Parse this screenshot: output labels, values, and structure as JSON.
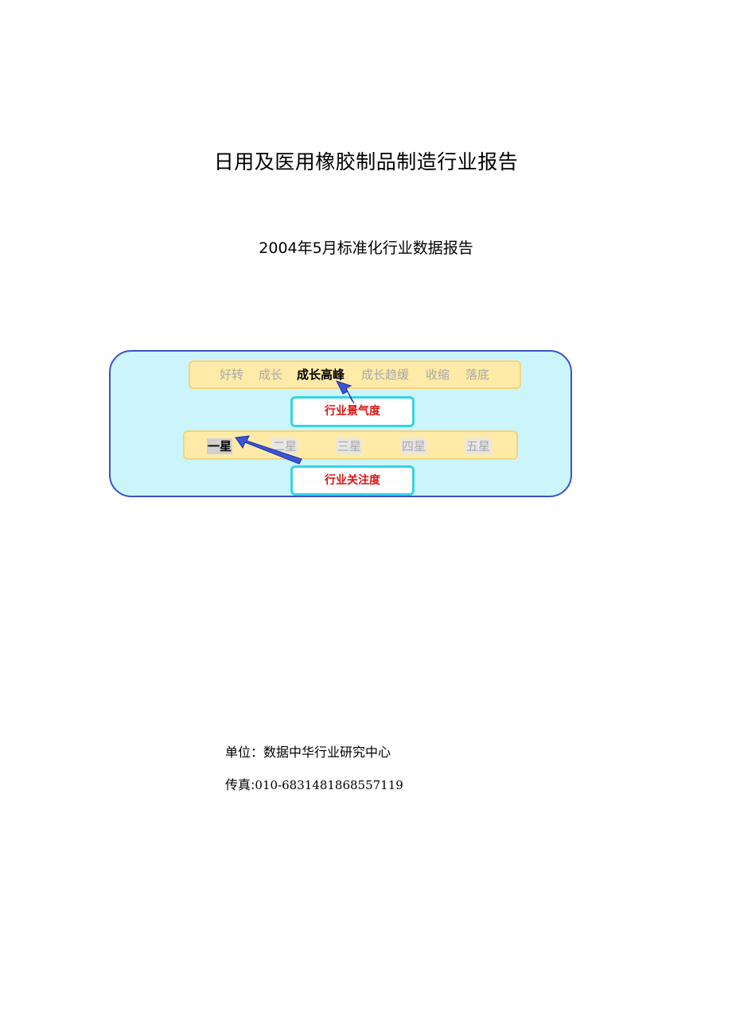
{
  "title": "日用及医用橡胶制品制造行业报告",
  "subtitle": "2004年5月标准化行业数据报告",
  "diagram": {
    "prosperity_options": [
      "好转",
      "成长",
      "成长高峰",
      "成长趋缓",
      "收缩",
      "落底"
    ],
    "prosperity_selected": "成长高峰",
    "prosperity_label": "行业景气度",
    "attention_options": [
      "一星",
      "二星",
      "三星",
      "四星",
      "五星"
    ],
    "attention_selected": "一星",
    "attention_label": "行业关注度",
    "colors": {
      "panel_bg": "#ccf5fb",
      "panel_border": "#3b52cc",
      "strip_bg": "#ffeaa8",
      "label_box_border": "#33d4e8",
      "label_text": "#e01010",
      "arrow": "#3a55d8"
    }
  },
  "footer": {
    "unit_label": "单位：数据中华行业研究中心",
    "fax_label": "传真:",
    "fax_number": "010-6831481868557119"
  }
}
